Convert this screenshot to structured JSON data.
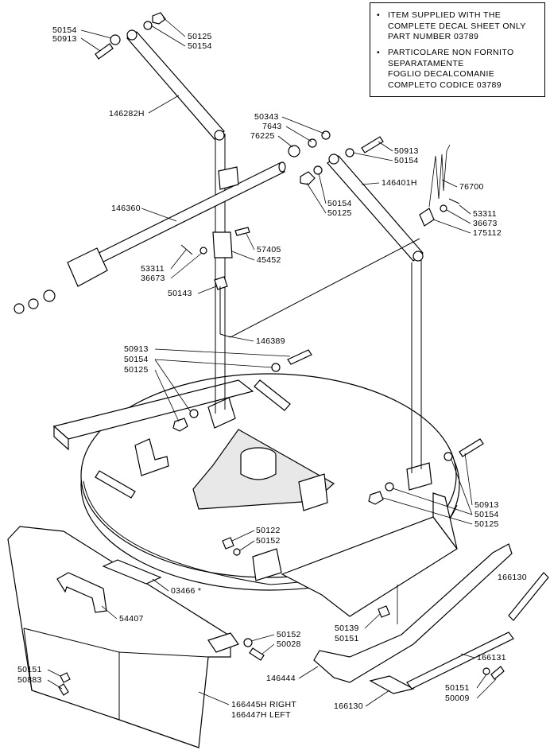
{
  "notes": [
    {
      "bullet": "•",
      "lines": "ITEM SUPPLIED WITH THE\nCOMPLETE DECAL SHEET ONLY\nPART NUMBER 03789"
    },
    {
      "bullet": "•",
      "lines": "PARTICOLARE NON FORNITO\nSEPARATAMENTE\nFOGLIO DECALCOMANIE\nCOMPLETO CODICE 03789"
    }
  ],
  "labels": {
    "l50154a": "50154",
    "l50913a": "50913",
    "l50125a": "50125",
    "l50154b": "50154",
    "l146282H": "146282H",
    "l50343": "50343",
    "l7643": "7643",
    "l76225": "76225",
    "l50913b": "50913",
    "l50154c": "50154",
    "l146401H": "146401H",
    "l76700": "76700",
    "l50154d": "50154",
    "l50125b": "50125",
    "l146360": "146360",
    "l53311a": "53311",
    "l36673a": "36673",
    "l175112": "175112",
    "l57405": "57405",
    "l45452": "45452",
    "l53311b": "53311",
    "l36673b": "36673",
    "l50143": "50143",
    "l146389": "146389",
    "l50913c": "50913",
    "l50154e": "50154",
    "l50125c": "50125",
    "l50913d": "50913",
    "l50154f": "50154",
    "l50125d": "50125",
    "l50122": "50122",
    "l50152a": "50152",
    "l03466": "03466 *",
    "l54407": "54407",
    "l166130a": "166130",
    "l50139": "50139",
    "l50151a": "50151",
    "l50152b": "50152",
    "l50028": "50028",
    "l166131": "166131",
    "l50151b": "50151",
    "l50883": "50883",
    "l146444": "146444",
    "l50151c": "50151",
    "l50009": "50009",
    "l166130b": "166130",
    "l166445H": "166445H  RIGHT",
    "l166447H": "166447H  LEFT"
  }
}
